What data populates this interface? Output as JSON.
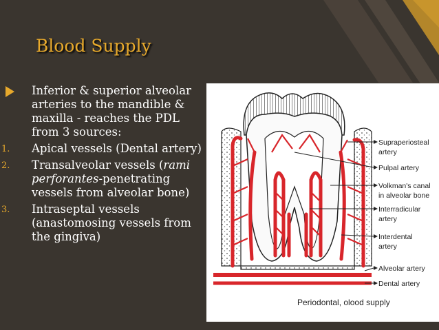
{
  "slide": {
    "title": "Blood Supply",
    "intro": "Inferior & superior alveolar arteries to the mandible & maxilla - reaches the PDL from 3 sources:",
    "items": [
      {
        "num": "1.",
        "text": "Apical vessels (Dental artery)"
      },
      {
        "num": "2.",
        "text_start": "Transalveolar vessels (",
        "text_italic": "rami perforantes",
        "text_end": "-penetrating vessels from alveolar bone)"
      },
      {
        "num": "3.",
        "text": "Intraseptal vessels (anastomosing vessels from the gingiva)"
      }
    ]
  },
  "figure": {
    "labels": [
      {
        "line1": "Supraperiosteal",
        "line2": "artery"
      },
      {
        "line1": "Pulpal artery",
        "line2": ""
      },
      {
        "line1": "Volkman's canal",
        "line2": "in alveolar bone"
      },
      {
        "line1": "Interradicular",
        "line2": "artery"
      },
      {
        "line1": "Interdental",
        "line2": "artery"
      },
      {
        "line1": "Alveolar artery",
        "line2": ""
      },
      {
        "line1": "Dental artery",
        "line2": ""
      }
    ],
    "caption": "Periodontal, olood supply"
  },
  "colors": {
    "background": "#3a352f",
    "accent": "#e7a92c",
    "artery_red": "#d8262b",
    "stripe": "#4a4139"
  }
}
